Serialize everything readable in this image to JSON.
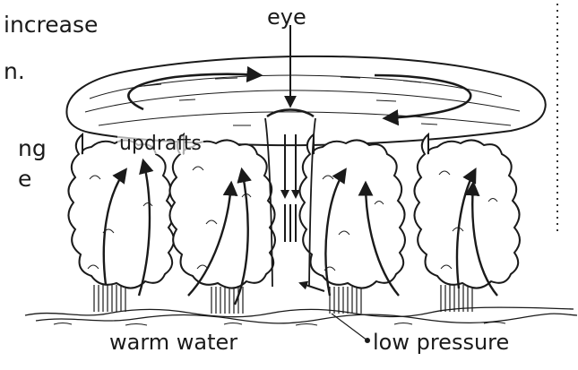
{
  "labels": {
    "eye": "eye",
    "updrafts": "updrafts",
    "warm_water": "warm water",
    "low_pressure": "low pressure"
  },
  "cropped_text": {
    "line1": "increase",
    "line2": "n.",
    "line3": "ng",
    "line4": "e"
  },
  "colors": {
    "ink": "#1a1a1a",
    "background": "#ffffff"
  }
}
